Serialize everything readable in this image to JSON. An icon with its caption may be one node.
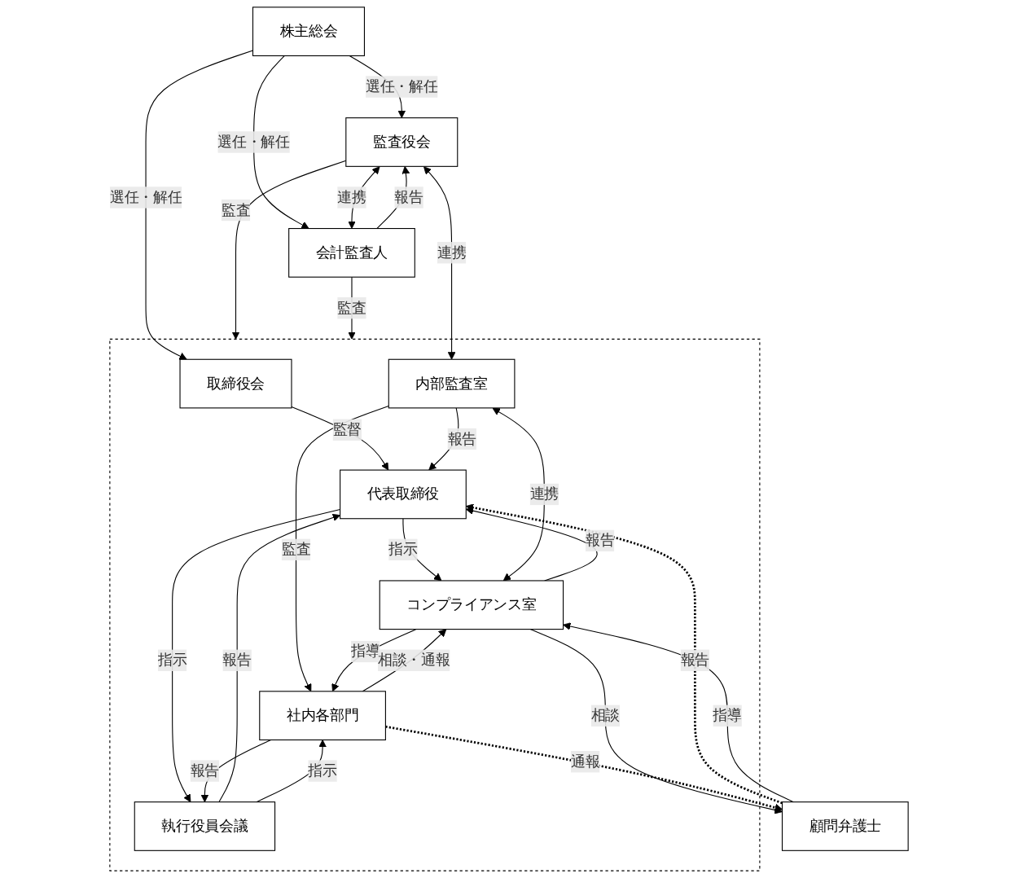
{
  "diagram": {
    "nodes": [
      {
        "text": [
          "株主総会"
        ]
      },
      {
        "text": [],
        "shape": "box"
      },
      {
        "text": [
          "取締役会"
        ],
        "in": 1
      },
      {
        "text": [
          "監査役会"
        ]
      },
      {
        "text": [
          "会計監査人"
        ]
      },
      {
        "text": [
          "代表取締役"
        ],
        "in": 1
      },
      {
        "text": [
          "執行役員会議"
        ],
        "in": 1
      },
      {
        "text": [
          "内部監査室"
        ],
        "in": 1
      },
      {
        "text": [
          "コンプライアンス室"
        ],
        "in": 1
      },
      {
        "text": [
          "顧問弁護士"
        ]
      },
      {
        "text": [
          "社内各部門"
        ],
        "in": 1
      }
    ],
    "edges": [
      {
        "from": 0,
        "to": 2,
        "arrow": "to",
        "label": "選任・解任"
      },
      {
        "from": 0,
        "to": 3,
        "arrow": "to",
        "label": "選任・解任"
      },
      {
        "from": 0,
        "to": 4,
        "arrow": "to",
        "label": "選任・解任"
      },
      {
        "from": 3,
        "to": 1,
        "arrow": "to",
        "label": "監査"
      },
      {
        "from": 4,
        "to": 3,
        "arrow": "to",
        "label": "報告"
      },
      {
        "from": 3,
        "to": 4,
        "arrow": "both",
        "label": "連携"
      },
      {
        "from": 4,
        "to": 1,
        "arrow": "to",
        "label": "監査"
      },
      {
        "from": 2,
        "to": 5,
        "arrow": "to",
        "label": "監督"
      },
      {
        "from": 3,
        "to": 7,
        "arrow": "both",
        "label": "連携"
      },
      {
        "from": 5,
        "to": 8,
        "arrow": "to",
        "label": "指示"
      },
      {
        "from": 8,
        "to": 5,
        "arrow": "to",
        "label": "報告"
      },
      {
        "from": 9,
        "to": 5,
        "arrow": "to",
        "label": "報告",
        "style": "dashed"
      },
      {
        "from": 5,
        "to": 6,
        "arrow": "to",
        "label": "指示"
      },
      {
        "from": 6,
        "to": 5,
        "arrow": "to",
        "label": "報告"
      },
      {
        "from": 7,
        "to": 5,
        "arrow": "to",
        "label": "報告"
      },
      {
        "from": 7,
        "to": 8,
        "arrow": "both",
        "label": "連携"
      },
      {
        "from": 9,
        "to": 8,
        "arrow": "to",
        "label": "指導"
      },
      {
        "from": 8,
        "to": 9,
        "arrow": "to",
        "label": "相談"
      },
      {
        "from": 6,
        "to": 10,
        "arrow": "to",
        "label": "指示"
      },
      {
        "from": 10,
        "to": 6,
        "arrow": "to",
        "label": "報告"
      },
      {
        "from": 7,
        "to": 10,
        "arrow": "to",
        "label": "監査"
      },
      {
        "from": 8,
        "to": 10,
        "arrow": "to",
        "label": "指導"
      },
      {
        "from": 10,
        "to": 8,
        "arrow": "to",
        "label": "相談・通報"
      },
      {
        "from": 10,
        "to": 9,
        "arrow": "to",
        "label": "通報",
        "style": "dashed"
      }
    ]
  }
}
